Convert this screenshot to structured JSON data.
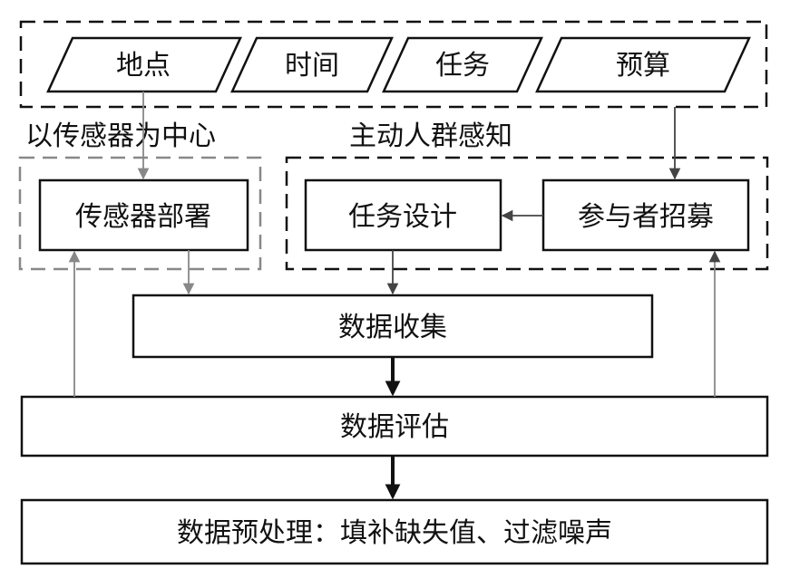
{
  "inputs": {
    "location": "地点",
    "time": "时间",
    "task": "任务",
    "budget": "预算"
  },
  "groups": {
    "sensor_centric": "以传感器为中心",
    "active_crowdsensing": "主动人群感知"
  },
  "nodes": {
    "sensor_deployment": "传感器部署",
    "task_design": "任务设计",
    "participant_recruitment": "参与者招募",
    "data_collection": "数据收集",
    "data_evaluation": "数据评估",
    "data_preprocessing": "数据预处理：填补缺失值、过滤噪声"
  },
  "colors": {
    "primary": "#111111",
    "secondary_gray": "#888888"
  }
}
